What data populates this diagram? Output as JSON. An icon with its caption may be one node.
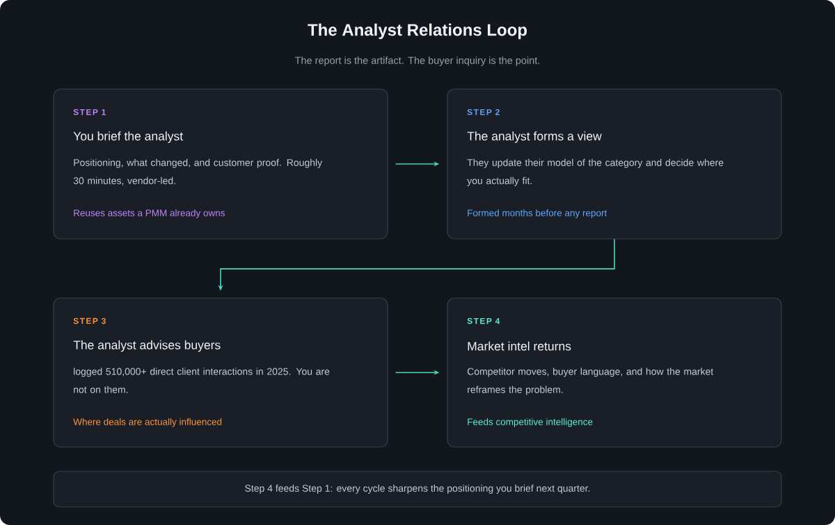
{
  "diagram": {
    "title": "The Analyst Relations Loop",
    "caption": "The report is the artifact. The buyer inquiry is the point.",
    "nodes": [
      {
        "text": [
          "STEP 1",
          "You brief the analyst",
          "Positioning, what changed, and customer proof. Roughly 30 minutes, vendor-led.",
          "Reuses assets a PMM already owns"
        ]
      },
      {
        "text": [
          "STEP 2",
          "The analyst forms a view",
          "They update their model of the category and decide where you actually fit.",
          "Formed months before any report"
        ]
      },
      {
        "text": [
          "STEP 3",
          "The analyst advises buyers",
          "logged 510,000+ direct client interactions in 2025. You are not on them.",
          "Where deals are actually influenced"
        ]
      },
      {
        "text": [
          "STEP 4",
          "Market intel returns",
          "Competitor moves, buyer language, and how the market reframes the problem.",
          "Feeds competitive intelligence"
        ]
      },
      {
        "text": [
          "Step 4 feeds Step 1: every cycle sharpens the positioning you brief next quarter."
        ]
      }
    ],
    "edges": [
      {
        "from": 0,
        "to": 1,
        "arrow": "to"
      },
      {
        "from": 1,
        "to": 2,
        "arrow": "to"
      },
      {
        "from": 2,
        "to": 3,
        "arrow": "to"
      }
    ]
  }
}
